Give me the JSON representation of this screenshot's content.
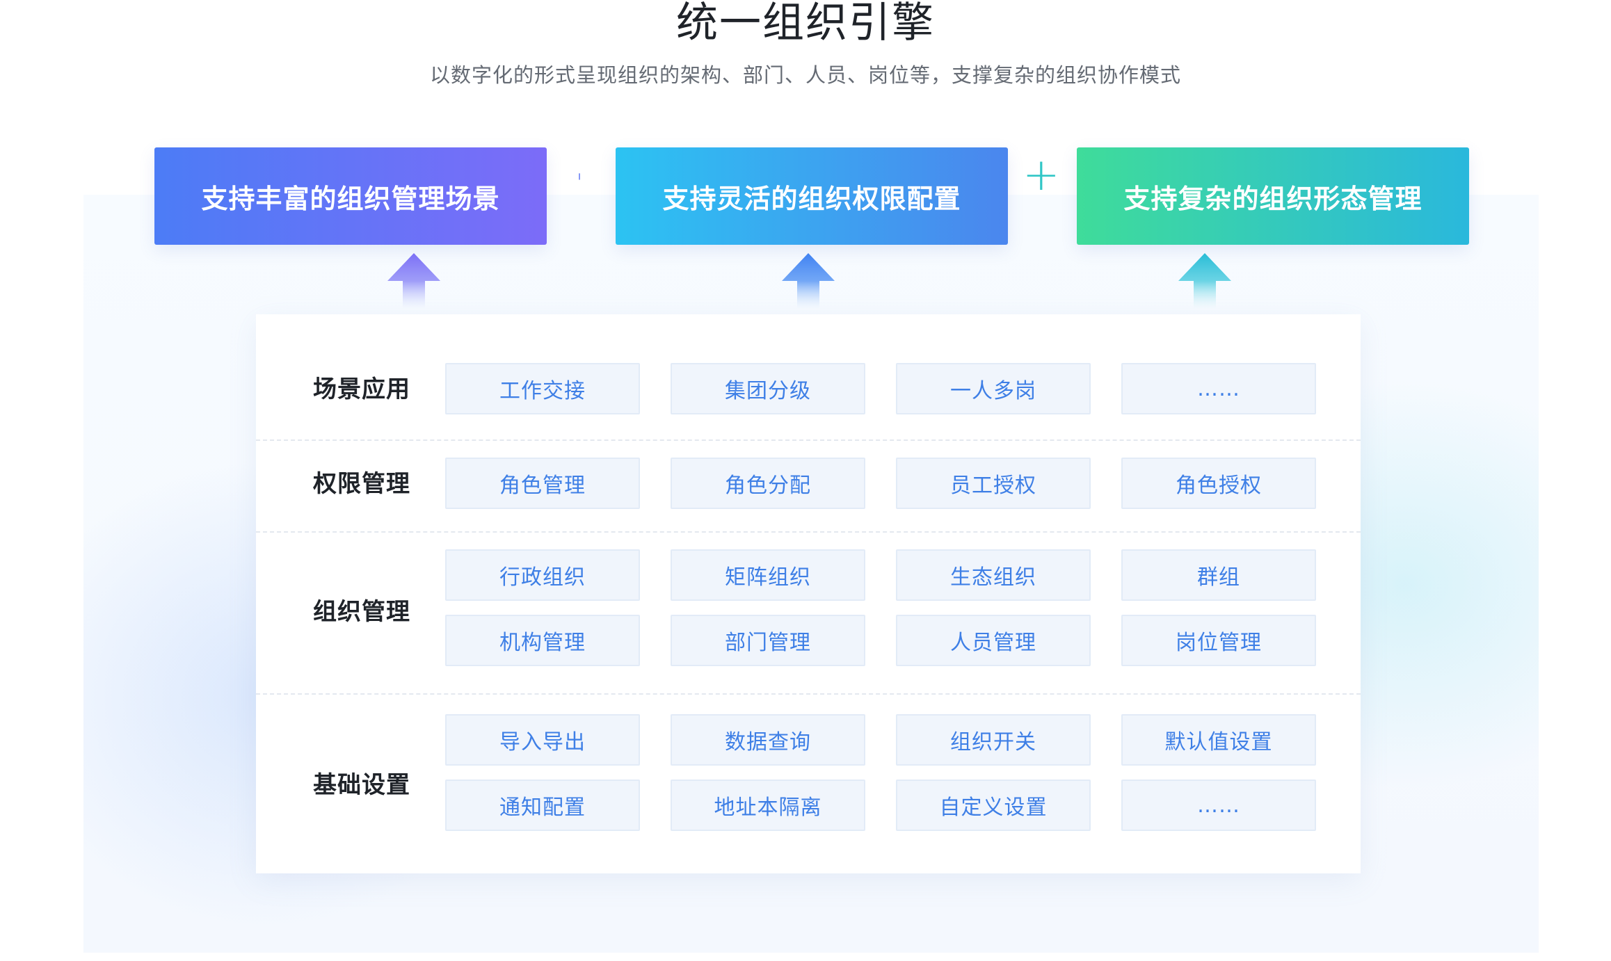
{
  "header": {
    "title": "统一组织引擎",
    "subtitle": "以数字化的形式呈现组织的架构、部门、人员、岗位等，支撑复杂的组织协作模式"
  },
  "features": [
    {
      "label": "支持丰富的组织管理场景",
      "gradient": [
        "#4c7cf6",
        "#7c6cf8"
      ]
    },
    {
      "label": "支持灵活的组织权限配置",
      "gradient": [
        "#2cc3f2",
        "#4b86ee"
      ]
    },
    {
      "label": "支持复杂的组织形态管理",
      "gradient": [
        "#3fdc9a",
        "#2ab8dc"
      ]
    }
  ],
  "separators": [
    "'",
    "+"
  ],
  "colors": {
    "chip_text": "#3e7fe6",
    "chip_bg": "#f0f5fc",
    "arrow_1": "#7b6ff6",
    "arrow_2": "#4a8af3",
    "arrow_3": "#2ec0d8"
  },
  "rows": [
    {
      "label": "场景应用",
      "items": [
        "工作交接",
        "集团分级",
        "一人多岗",
        "……"
      ]
    },
    {
      "label": "权限管理",
      "items": [
        "角色管理",
        "角色分配",
        "员工授权",
        "角色授权"
      ]
    },
    {
      "label": "组织管理",
      "items": [
        "行政组织",
        "矩阵组织",
        "生态组织",
        "群组",
        "机构管理",
        "部门管理",
        "人员管理",
        "岗位管理"
      ]
    },
    {
      "label": "基础设置",
      "items": [
        "导入导出",
        "数据查询",
        "组织开关",
        "默认值设置",
        "通知配置",
        "地址本隔离",
        "自定义设置",
        "……"
      ]
    }
  ]
}
